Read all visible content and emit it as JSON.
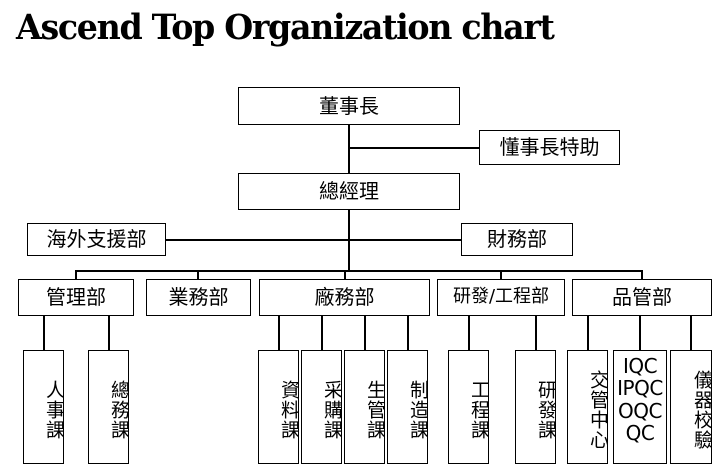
{
  "title": "Ascend Top Organization chart",
  "chart_data": {
    "type": "diagram",
    "diagram_type": "organization-chart",
    "title": "Ascend Top Organization chart",
    "orientation": "top-down",
    "nodes": [
      {
        "id": "chairman",
        "label": "董事長",
        "level": 0,
        "parent": null
      },
      {
        "id": "chairman-asst",
        "label": "懂事長特助",
        "level": 1,
        "parent": "chairman"
      },
      {
        "id": "gm",
        "label": "總經理",
        "level": 1,
        "parent": "chairman"
      },
      {
        "id": "overseas",
        "label": "海外支援部",
        "level": 2,
        "parent": "gm"
      },
      {
        "id": "finance",
        "label": "財務部",
        "level": 2,
        "parent": "gm"
      },
      {
        "id": "admin",
        "label": "管理部",
        "level": 3,
        "parent": "gm"
      },
      {
        "id": "sales",
        "label": "業務部",
        "level": 3,
        "parent": "gm"
      },
      {
        "id": "plant",
        "label": "廠務部",
        "level": 3,
        "parent": "gm"
      },
      {
        "id": "rd-eng",
        "label": "研發/工程部",
        "level": 3,
        "parent": "gm"
      },
      {
        "id": "qa",
        "label": "品管部",
        "level": 3,
        "parent": "gm"
      },
      {
        "id": "hr",
        "label": "人事課",
        "level": 4,
        "parent": "admin"
      },
      {
        "id": "general-affairs",
        "label": "總務課",
        "level": 4,
        "parent": "admin"
      },
      {
        "id": "materials",
        "label": "資料課",
        "level": 4,
        "parent": "plant"
      },
      {
        "id": "purchasing",
        "label": "采購課",
        "level": 4,
        "parent": "plant"
      },
      {
        "id": "prod-control",
        "label": "生管課",
        "level": 4,
        "parent": "plant"
      },
      {
        "id": "manufacturing",
        "label": "制造課",
        "level": 4,
        "parent": "plant"
      },
      {
        "id": "engineering",
        "label": "工程課",
        "level": 4,
        "parent": "rd-eng"
      },
      {
        "id": "rd",
        "label": "研發課",
        "level": 4,
        "parent": "rd-eng"
      },
      {
        "id": "delivery-center",
        "label": "交管中心",
        "level": 4,
        "parent": "qa"
      },
      {
        "id": "qc-group",
        "label": "IQC IPQC OQC QC",
        "level": 4,
        "parent": "qa"
      },
      {
        "id": "instrument-cal",
        "label": "儀器校驗",
        "level": 4,
        "parent": "qa"
      }
    ]
  },
  "boxes": {
    "chairman": "董事長",
    "chairman_assistant": "懂事長特助",
    "general_manager": "總經理",
    "overseas_support": "海外支援部",
    "finance_dept": "財務部",
    "admin_dept": "管理部",
    "sales_dept": "業務部",
    "plant_dept": "廠務部",
    "rd_engineering_dept": "研發/工程部",
    "qa_dept": "品管部",
    "hr_section": "人事課",
    "general_affairs_section": "總務課",
    "materials_section": "資料課",
    "purchasing_section": "采購課",
    "production_control_section": "生管課",
    "manufacturing_section": "制造課",
    "engineering_section": "工程課",
    "rd_section": "研發課",
    "delivery_control_center": "交管中心",
    "qc_lines": {
      "line1": "IQC",
      "line2": "IPQC",
      "line3": "OQC",
      "line4": "QC"
    },
    "instrument_calibration": "儀器校驗"
  },
  "colors": {
    "background": "#ffffff",
    "line": "#000000",
    "text": "#000000",
    "border": "#000000"
  }
}
